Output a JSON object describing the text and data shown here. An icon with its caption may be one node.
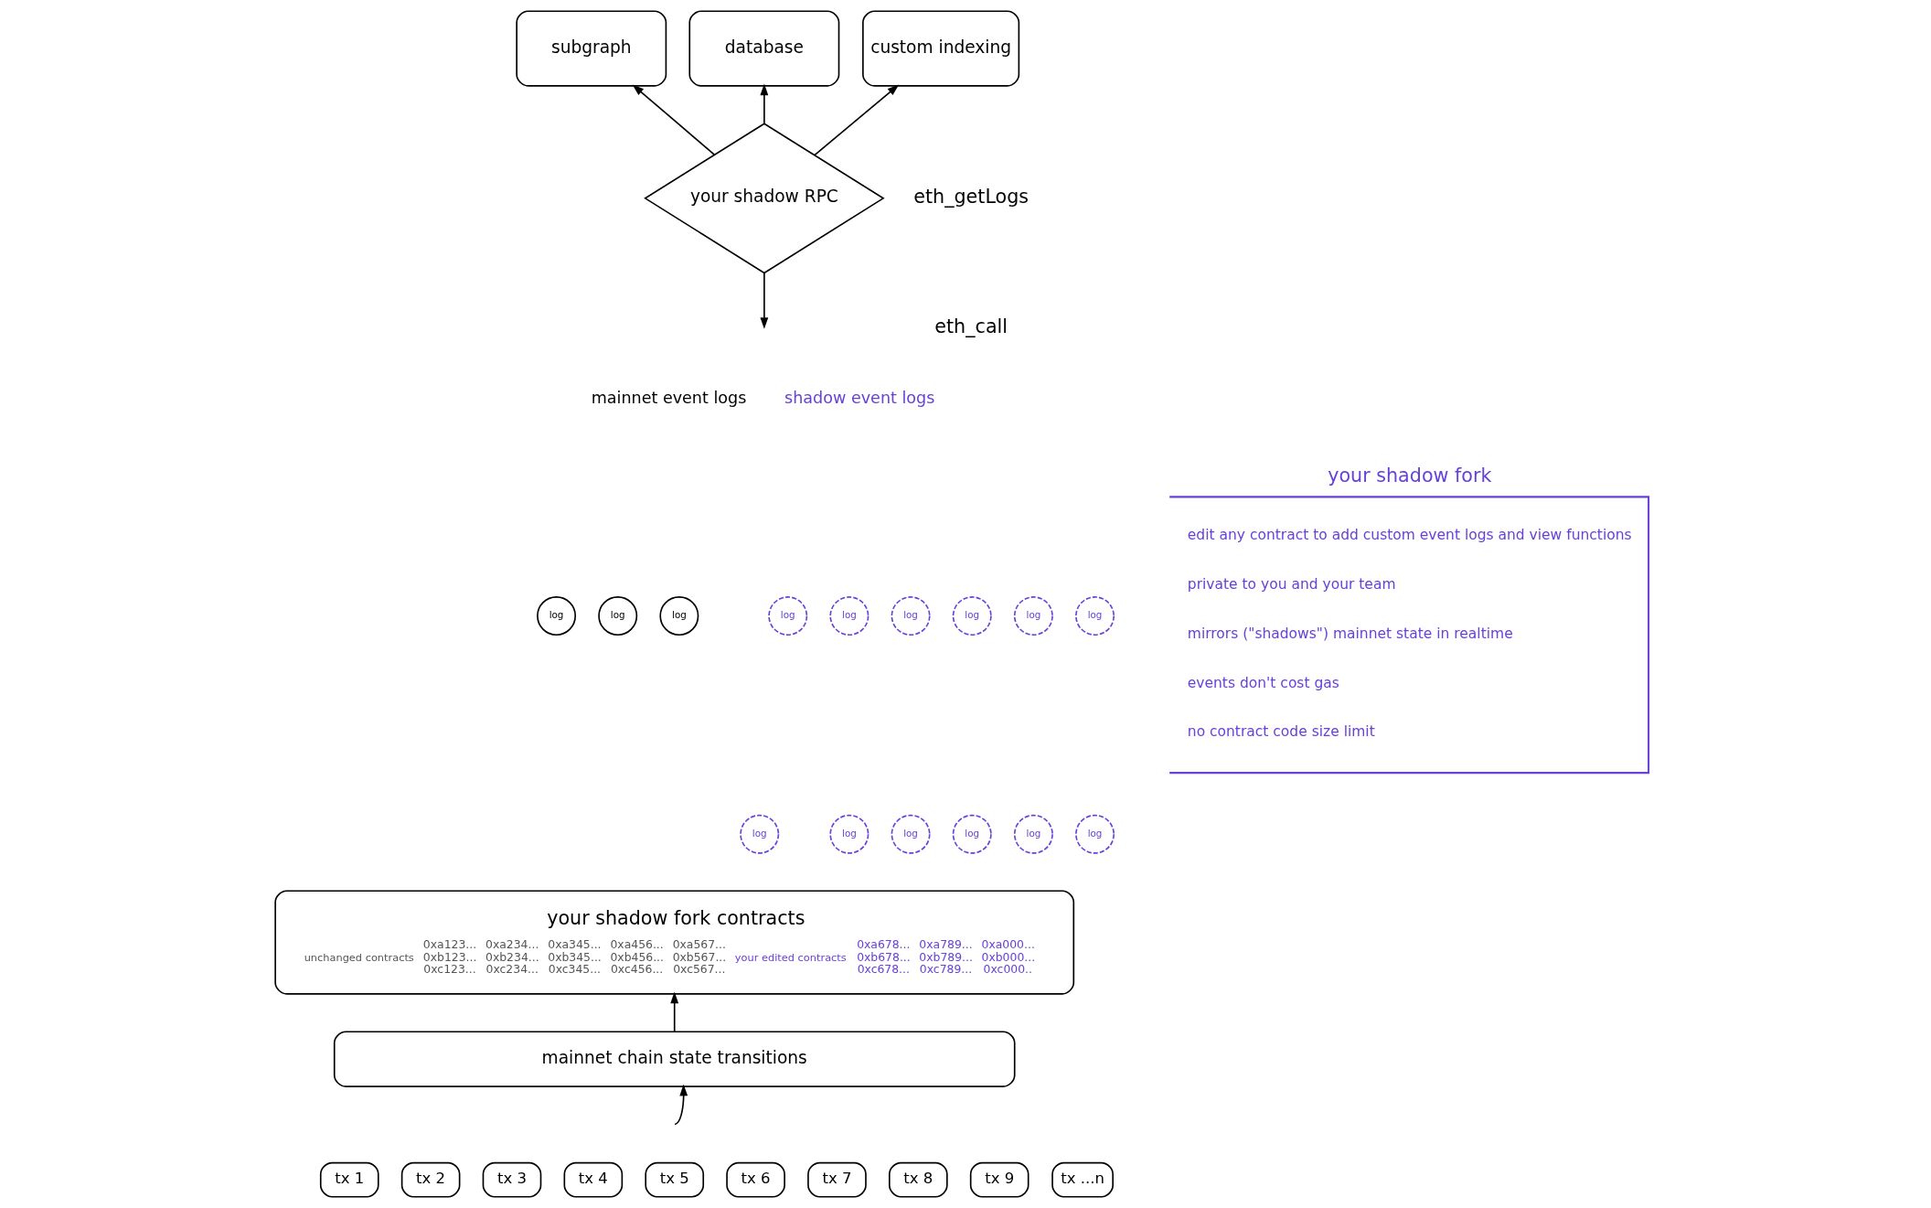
{
  "diagram": {
    "nodes": [
      {
        "text": [
          "subgraph"
        ]
      },
      {
        "text": [
          "database"
        ]
      },
      {
        "text": [
          "custom indexing"
        ]
      },
      {
        "text": [
          "your shadow RPC"
        ],
        "beside": [
          "eth_getLogs",
          "eth_call"
        ]
      },
      {
        "text": [
          "log"
        ]
      },
      {
        "text": [
          "log"
        ]
      },
      {
        "text": [
          "log"
        ]
      },
      {
        "text": [
          "log"
        ]
      },
      {
        "text": [
          "log"
        ]
      },
      {
        "text": [
          "log"
        ]
      },
      {
        "text": [
          "log"
        ]
      },
      {
        "text": [
          "log"
        ]
      },
      {
        "text": [
          "log"
        ]
      },
      {
        "text": [
          "log"
        ]
      },
      {
        "text": [
          "log"
        ]
      },
      {
        "text": [
          "log"
        ]
      },
      {
        "text": [
          "log"
        ]
      },
      {
        "text": [
          "log"
        ]
      },
      {
        "text": [
          "log"
        ]
      },
      {
        "text": [
          "your shadow fork contracts",
          "unchanged contracts",
          "0xa123...",
          "0xb123...",
          "0xc123...",
          "0xa234...",
          "0xb234...",
          "0xc234...",
          "0xa345...",
          "0xb345...",
          "0xc345...",
          "0xa456...",
          "0xb456...",
          "0xc456...",
          "0xa567...",
          "0xb567...",
          "0xc567...",
          "your edited contracts",
          "0xa678...",
          "0xb678...",
          "0xc678...",
          "0xa789...",
          "0xb789...",
          "0xc789...",
          "0xa000...",
          "0xb000...",
          "0xc000.."
        ]
      },
      {
        "text": [
          "mainnet chain state transitions"
        ]
      },
      {
        "text": [
          "tx 1"
        ]
      },
      {
        "text": [
          "tx 2"
        ]
      },
      {
        "text": [
          "tx 3"
        ]
      },
      {
        "text": [
          "tx 4"
        ]
      },
      {
        "text": [
          "tx 5"
        ]
      },
      {
        "text": [
          "tx 6"
        ]
      },
      {
        "text": [
          "tx 7"
        ]
      },
      {
        "text": [
          "tx 8"
        ]
      },
      {
        "text": [
          "tx 9"
        ]
      },
      {
        "text": [
          "tx ...n"
        ]
      },
      {
        "text": [
          "your shadow fork",
          "edit any contract to add custom event logs and view functions",
          "private to you and your team",
          "mirrors (\"shadows\") mainnet state in realtime",
          "events don't cost gas",
          "no contract code size limit"
        ]
      }
    ],
    "edges": [
      {
        "from": 3,
        "to": 0,
        "arrow": "to"
      },
      {
        "from": 3,
        "to": 1,
        "arrow": "to"
      },
      {
        "from": 3,
        "to": 2,
        "arrow": "to"
      },
      {
        "from": 3,
        "to": null,
        "arrow": "to"
      },
      {
        "from": 20,
        "to": 19,
        "arrow": "to"
      },
      {
        "from": null,
        "to": 20,
        "arrow": "to"
      }
    ],
    "labels": [
      "shadow event logs",
      "mainnet event logs"
    ]
  }
}
